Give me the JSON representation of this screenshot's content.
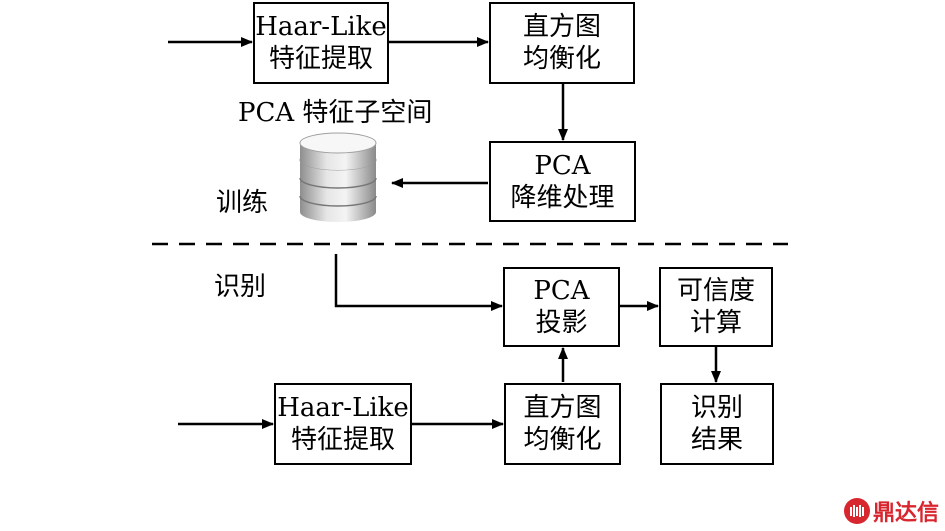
{
  "train": {
    "extract": [
      "Haar-Like",
      "特征提取"
    ],
    "equalize": [
      "直方图",
      "均衡化"
    ],
    "pca": [
      "PCA",
      "降维处理"
    ],
    "subspace_label": "PCA 特征子空间",
    "stage_label": "训练"
  },
  "recognize": {
    "stage_label": "识别",
    "extract": [
      "Haar-Like",
      "特征提取"
    ],
    "equalize": [
      "直方图",
      "均衡化"
    ],
    "projection": [
      "PCA",
      "投影"
    ],
    "confidence": [
      "可信度",
      "计算"
    ],
    "result": [
      "识别",
      "结果"
    ]
  },
  "watermark": {
    "text": "鼎达信",
    "color": "#d8262f"
  }
}
